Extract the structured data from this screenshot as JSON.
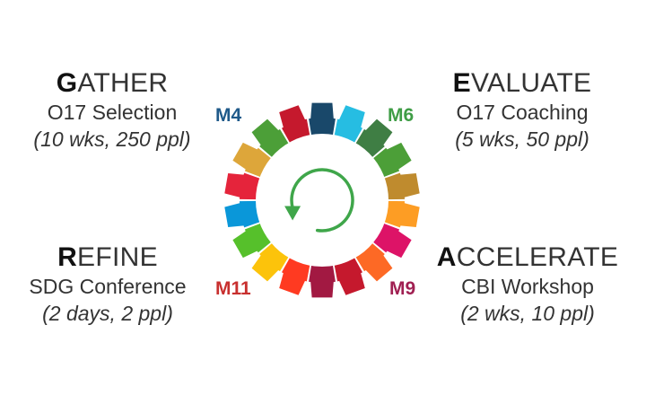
{
  "stages": {
    "gather": {
      "initial": "G",
      "rest": "ATHER",
      "activity": "O17 Selection",
      "detail": "(10 wks, 250 ppl)"
    },
    "evaluate": {
      "initial": "E",
      "rest": "VALUATE",
      "activity": "O17 Coaching",
      "detail": "(5 wks, 50 ppl)"
    },
    "refine": {
      "initial": "R",
      "rest": "EFINE",
      "activity": "SDG Conference",
      "detail": "(2 days, 2 ppl)"
    },
    "accelerate": {
      "initial": "A",
      "rest": "CCELERATE",
      "activity": "CBI Workshop",
      "detail": "(2 wks, 10 ppl)"
    }
  },
  "milestones": {
    "m4": {
      "label": "M4",
      "color": "#1f5a8a"
    },
    "m6": {
      "label": "M6",
      "color": "#3f9d46"
    },
    "m11": {
      "label": "M11",
      "color": "#c8302f"
    },
    "m9": {
      "label": "M9",
      "color": "#a02052"
    }
  },
  "gear": {
    "segment_colors": [
      "#19486a",
      "#26bde2",
      "#3f7e44",
      "#4c9f38",
      "#bf8b2e",
      "#fd9d24",
      "#dd1367",
      "#fd6925",
      "#c5192d",
      "#a21942",
      "#ff3a21",
      "#fcc30b",
      "#56c02b",
      "#0a97d9",
      "#e5243b",
      "#dda63a",
      "#4c9f38",
      "#c5192d"
    ],
    "arrow_color": "#3fa64a"
  }
}
